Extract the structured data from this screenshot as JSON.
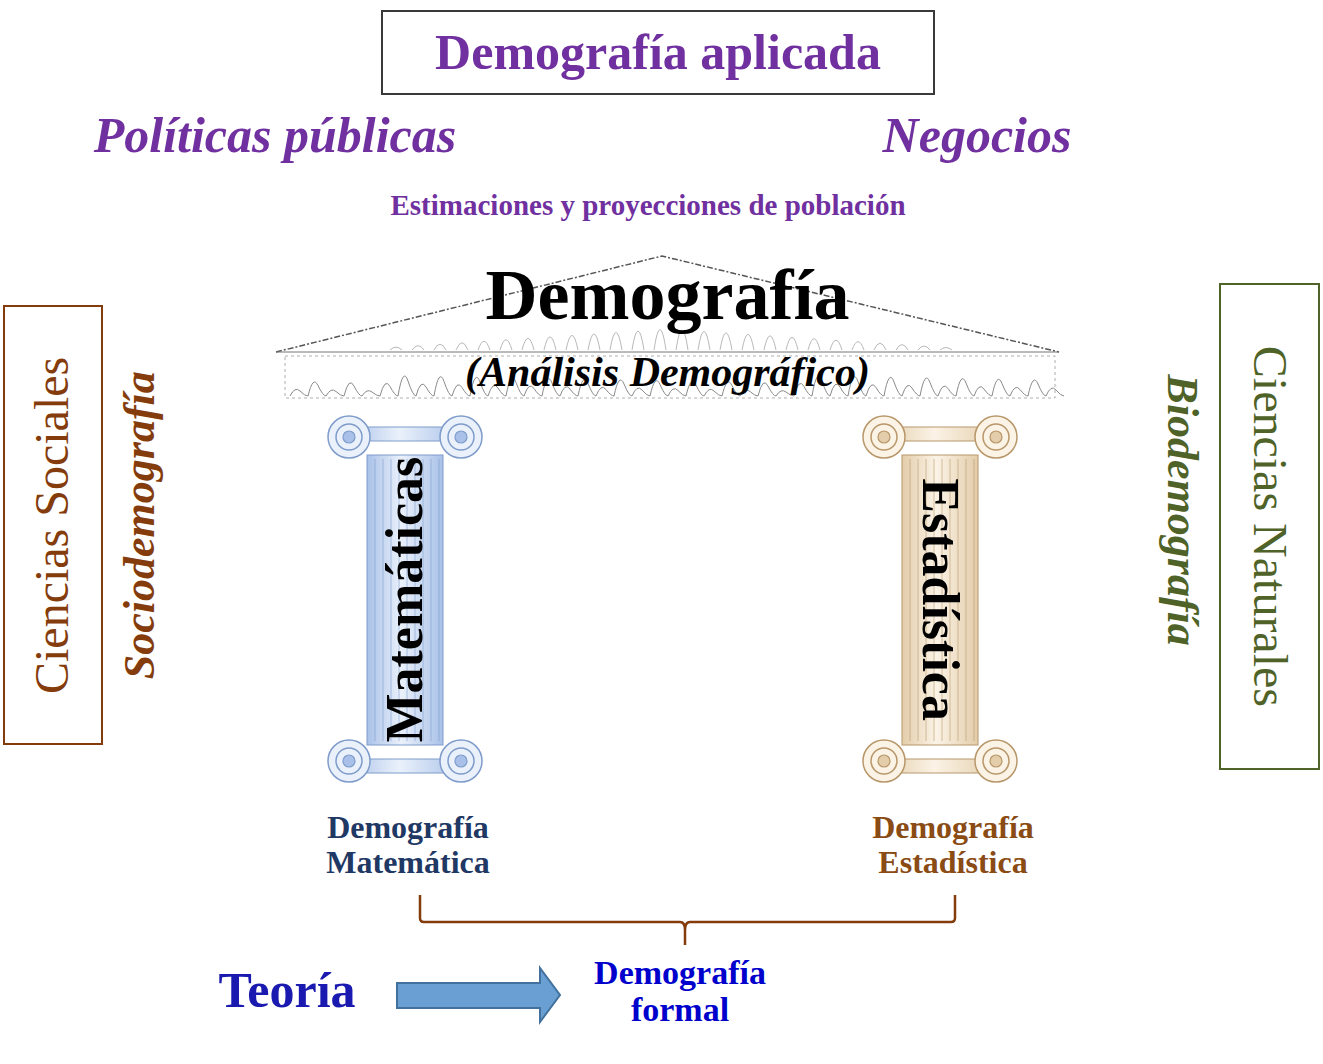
{
  "diagram": {
    "nodes": [
      {
        "text": [
          "Demografía aplicada"
        ]
      },
      {
        "text": [
          "Demografía",
          "(Análisis Demográfico)"
        ]
      },
      {
        "text": [
          "Ciencias Sociales"
        ]
      },
      {
        "text": [
          "Matemáticas"
        ]
      },
      {
        "text": [
          "Estadística"
        ]
      },
      {
        "text": [
          "Ciencias Naturales"
        ]
      }
    ],
    "labels": [
      "Políticas públicas",
      "Negocios",
      "Estimaciones y proyecciones de población",
      "Sociodemografía",
      "Biodemografía",
      "Demografía Matemática",
      "Demografía Estadística",
      "Teoría",
      "Demografía formal"
    ]
  }
}
